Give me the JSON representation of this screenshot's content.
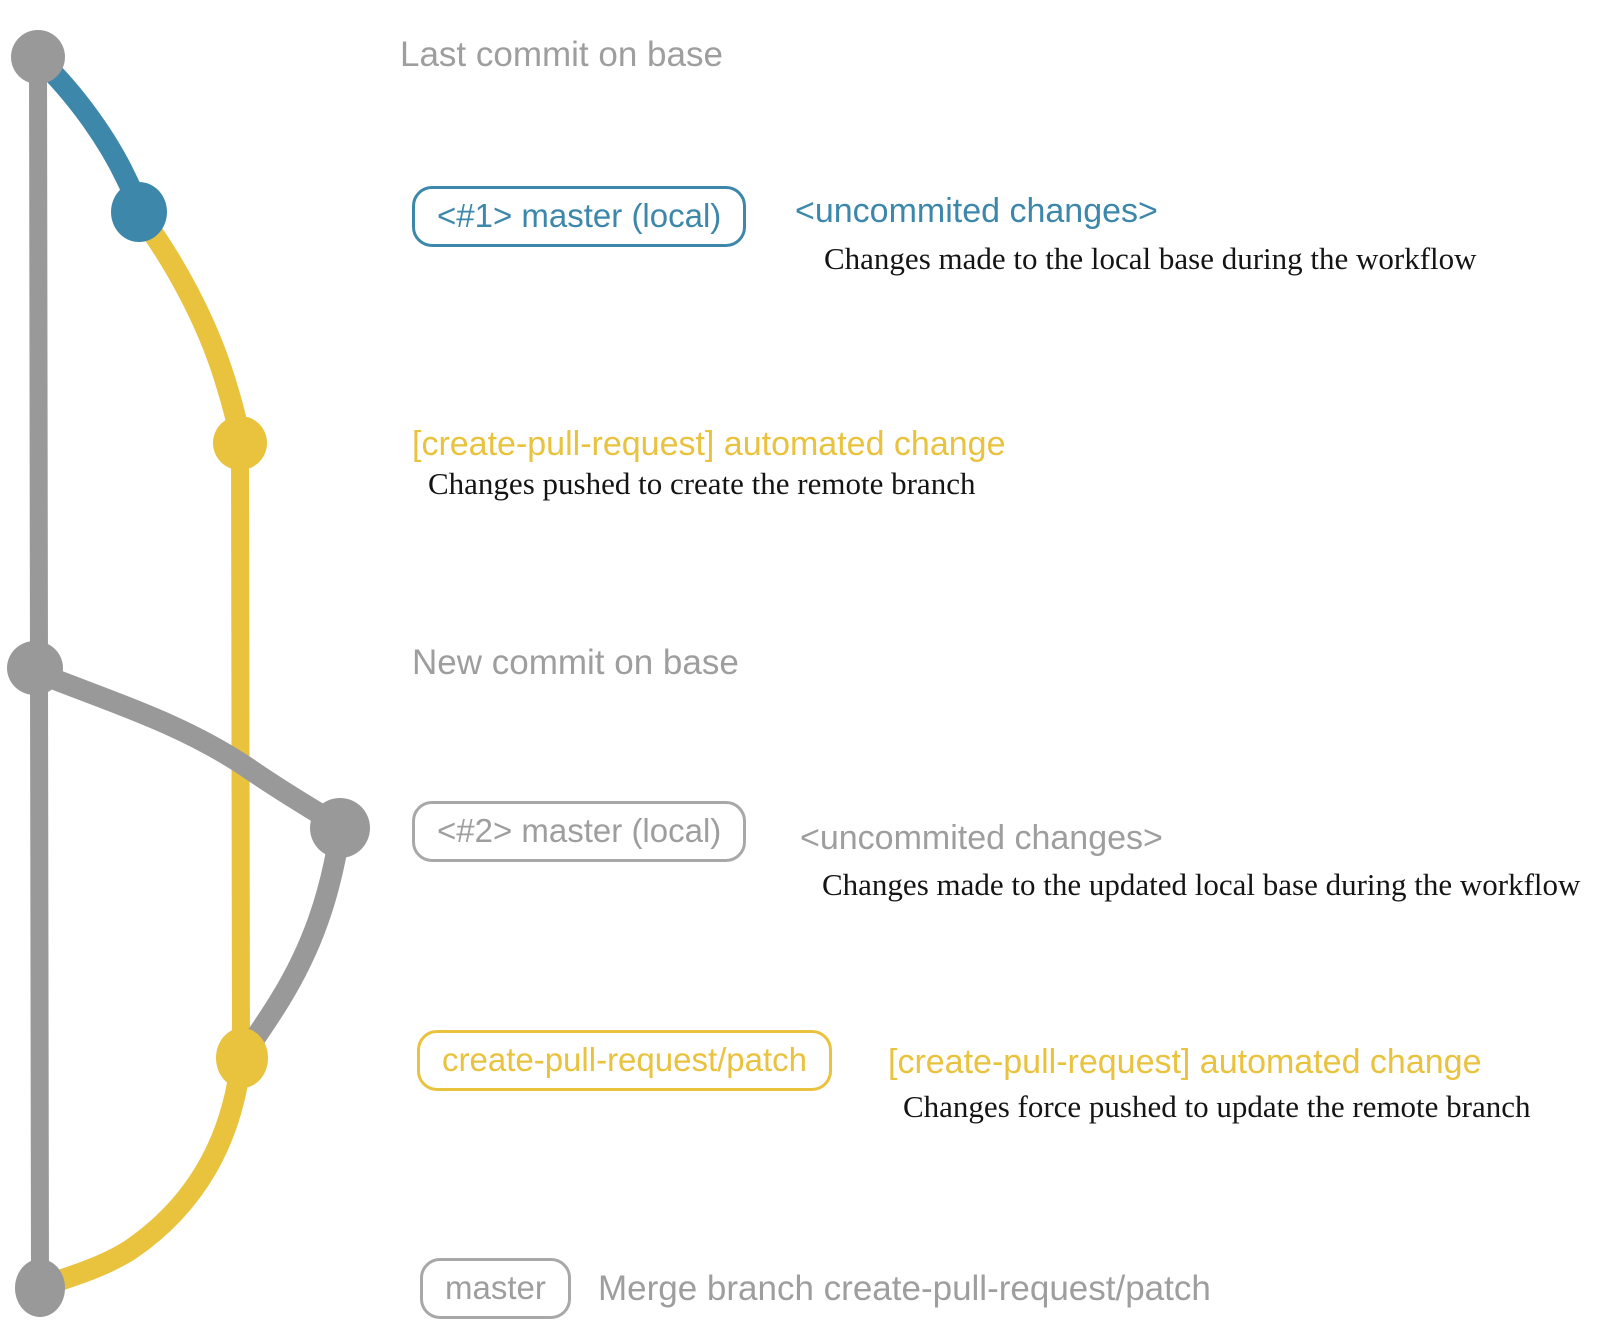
{
  "colors": {
    "gray": "#999999",
    "gray_text": "#9e9e9e",
    "blue": "#3d87ab",
    "yellow": "#e9c23e",
    "ink": "#141414",
    "background": "#ffffff"
  },
  "rows": {
    "last_commit": {
      "label": "Last commit on base"
    },
    "local_1": {
      "badge": "<#1> master (local)",
      "title": "<uncommited changes>",
      "desc": "Changes made to the local base during the workflow"
    },
    "push_1": {
      "title": "[create-pull-request] automated change",
      "desc": "Changes pushed to create the remote branch"
    },
    "new_commit": {
      "label": "New commit on base"
    },
    "local_2": {
      "badge": "<#2> master (local)",
      "title": "<uncommited changes>",
      "desc": "Changes made to the updated local base during the workflow"
    },
    "push_2": {
      "badge": "create-pull-request/patch",
      "title": "[create-pull-request] automated change",
      "desc": "Changes force pushed to update the remote branch"
    },
    "merge": {
      "badge": "master",
      "label": "Merge branch create-pull-request/patch"
    }
  },
  "graph": {
    "branches": [
      {
        "name": "base-branch",
        "color": "#999999"
      },
      {
        "name": "master-local",
        "color": "#3d87ab"
      },
      {
        "name": "create-pull-request-patch",
        "color": "#e9c23e"
      }
    ],
    "commits": [
      {
        "id": "last-commit-on-base",
        "color": "#999999"
      },
      {
        "id": "local-commit-1",
        "color": "#3d87ab"
      },
      {
        "id": "patch-commit-1",
        "color": "#e9c23e"
      },
      {
        "id": "new-commit-on-base",
        "color": "#999999"
      },
      {
        "id": "local-commit-2",
        "color": "#999999"
      },
      {
        "id": "patch-commit-2",
        "color": "#e9c23e"
      },
      {
        "id": "merge-commit",
        "color": "#999999"
      }
    ]
  }
}
